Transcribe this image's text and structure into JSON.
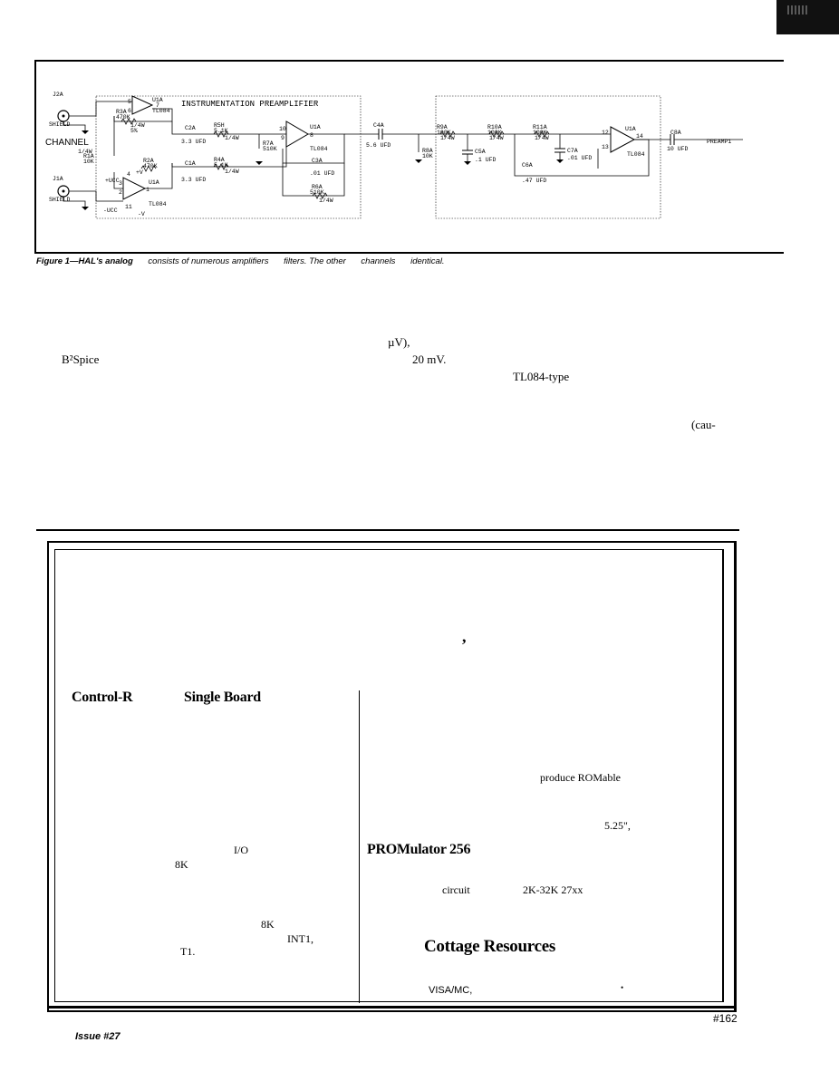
{
  "figure": {
    "labels": {
      "j2a": "J2A",
      "j1a": "J1A",
      "shield1": "SHIELD",
      "shield2": "SHIELD",
      "channel": "CHANNEL",
      "title": "INSTRUMENTATION PREAMPLIFIER",
      "u1a": "U1A",
      "tl084": "TL084",
      "vcc_pos": "+UCC",
      "vcc_neg": "-UCC",
      "plus_v": "+V",
      "minus_v": "-V",
      "out": "PREAMP1"
    },
    "components": {
      "r3a": "R3A",
      "r3a_v": "470K",
      "r1a": "R1A",
      "r1a_v": "10K",
      "r2a": "R2A",
      "r2a_v": "470K",
      "c2a": "C2A",
      "c2a_v": "3.3 UFD",
      "c1a": "C1A",
      "c1a_v": "3.3 UFD",
      "r5a": "R5H",
      "r5a_v": "5.1K",
      "r4a": "R4A",
      "r4a_v": "5.1K",
      "r7a": "R7A",
      "r7a_v": "510K",
      "c3a": "C3A",
      "c3a_v": ".01 UFD",
      "r6a": "R6A",
      "r6a_v": "510K",
      "c4a": "C4A",
      "c4a_v": "5.6 UFD",
      "r8a": "R8A",
      "r8a_v": "10K",
      "r9a": "R9A",
      "r9a_v": "100K",
      "r10a": "R10A",
      "r10a_v": "100K",
      "r11a": "R11A",
      "r11a_v": "100K",
      "c5a": "C5A",
      "c5a_v": ".1 UFD",
      "c6a": "C6A",
      "c6a_v": ".47 UFD",
      "c7a": "C7A",
      "c7a_v": ".01 UFD",
      "c8a": "C8A",
      "c8a_v": "10 UFD",
      "w14": "1/4W",
      "p5": "5%"
    },
    "pins": {
      "p5": "5",
      "p6": "6",
      "p7": "7",
      "p10": "10",
      "p9": "9",
      "p8": "8",
      "p3": "3",
      "p2": "2",
      "p1": "1",
      "p4": "4",
      "p11": "11",
      "p12": "12",
      "p13": "13",
      "p14": "14"
    }
  },
  "caption": {
    "figure_label": "Figure 1—HAL's analog",
    "part2": "consists of numerous amplifiers",
    "part3": "filters. The other",
    "part4": "channels",
    "part5": "identical."
  },
  "fragments": {
    "uv": "µV),",
    "b2spice": "B²Spice",
    "mv": "20 mV.",
    "tl084type": "TL084-type",
    "cau": "(cau-"
  },
  "ad": {
    "comma": ",",
    "left_title_1": "Control-R",
    "left_title_2": "Single Board",
    "io": "I/O",
    "k8a": "8K",
    "k8b": "8K",
    "int1": "INT1,",
    "t1": "T1.",
    "produce": "produce ROMable",
    "size": "5.25\",",
    "promulator": "PROMulator 256",
    "circuit": "circuit",
    "range": "2K-32K 27xx",
    "cottage": "Cottage Resources",
    "visa": "VISA/MC,",
    "dot": "•"
  },
  "footer": {
    "issue": "Issue #27",
    "adnum": "#162"
  }
}
